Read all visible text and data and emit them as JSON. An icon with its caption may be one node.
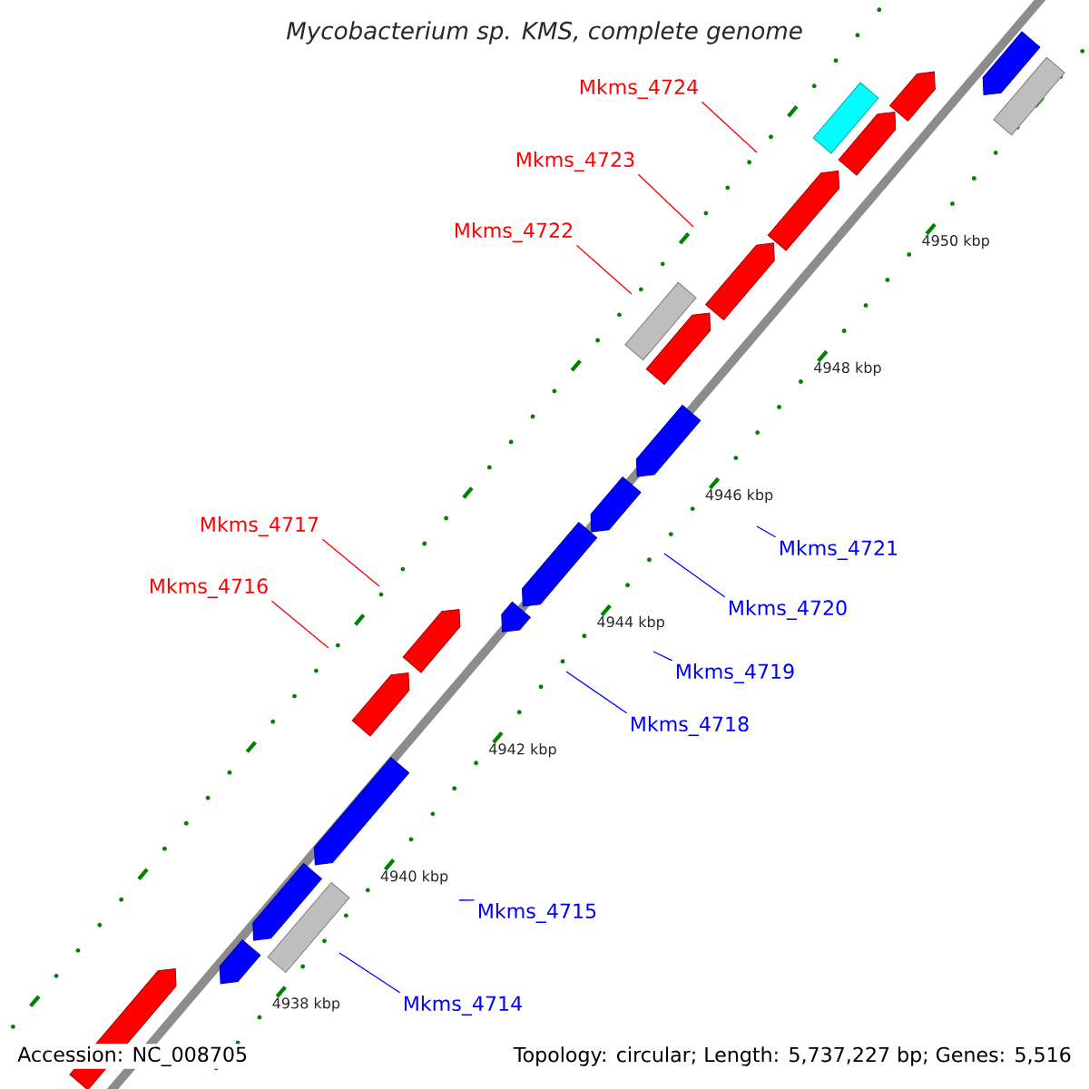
{
  "diagram": {
    "title": "Mycobacterium sp. KMS, complete genome",
    "nodes": [
      {
        "text": [
          "Mkms_4724"
        ]
      },
      {
        "text": [
          "Mkms_4723"
        ]
      },
      {
        "text": [
          "Mkms_4722"
        ]
      },
      {
        "text": [
          "Mkms_4717"
        ]
      },
      {
        "text": [
          "Mkms_4721"
        ]
      },
      {
        "text": [
          "Mkms_4716"
        ]
      },
      {
        "text": [
          "Mkms_4720"
        ]
      },
      {
        "text": [
          "Mkms_4719"
        ]
      },
      {
        "text": [
          "Mkms_4718"
        ]
      },
      {
        "text": [
          "Mkms_4715"
        ]
      },
      {
        "text": [
          "Mkms_4714"
        ]
      }
    ],
    "edges": [
      {
        "from": 0,
        "to": null,
        "arrow": "none",
        "color": "#ff0000"
      },
      {
        "from": 1,
        "to": null,
        "arrow": "none",
        "color": "#ff0000"
      },
      {
        "from": 2,
        "to": null,
        "arrow": "none",
        "color": "#ff0000"
      },
      {
        "from": 3,
        "to": null,
        "arrow": "none",
        "color": "#ff0000"
      },
      {
        "from": 4,
        "to": null,
        "arrow": "none",
        "color": "#0000ff"
      },
      {
        "from": 5,
        "to": null,
        "arrow": "none",
        "color": "#ff0000"
      },
      {
        "from": 6,
        "to": null,
        "arrow": "none",
        "color": "#0000ff"
      },
      {
        "from": 7,
        "to": null,
        "arrow": "none",
        "color": "#0000ff"
      },
      {
        "from": 8,
        "to": null,
        "arrow": "none",
        "color": "#0000ff"
      },
      {
        "from": 9,
        "to": null,
        "arrow": "none",
        "color": "#0000ff"
      },
      {
        "from": 10,
        "to": null,
        "arrow": "none",
        "color": "#0000ff"
      }
    ],
    "labels": [
      "4950 kbp",
      "4948 kbp",
      "4946 kbp",
      "4944 kbp",
      "4942 kbp",
      "4940 kbp",
      "4938 kbp",
      "Accession: NC_008705",
      "Topology: circular; Length: 5,737,227 bp; Genes: 5,516"
    ]
  }
}
